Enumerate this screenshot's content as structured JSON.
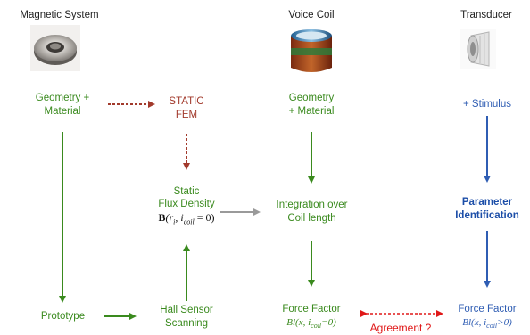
{
  "colors": {
    "green": "#3a8a1e",
    "dark_red": "#a23a2c",
    "blue": "#2f5db3",
    "gray": "#9a9a9a",
    "agreement_red": "#e01818"
  },
  "columns": {
    "magnetic": {
      "title": "Magnetic System",
      "line1": "Geometry +",
      "line2": "Material",
      "prototype": "Prototype",
      "icon": "magnet-ring-photo"
    },
    "fem": {
      "line1": "STATIC",
      "line2": "FEM",
      "flux1": "Static",
      "flux2": "Flux Density",
      "formula": {
        "B": "B",
        "args": "(r",
        "sub_r": "i",
        "mid": ", i",
        "sub_coil": "coil",
        "tail": " = 0)"
      },
      "hall1": "Hall Sensor",
      "hall2": "Scanning"
    },
    "voice_coil": {
      "title": "Voice Coil",
      "line1": "Geometry",
      "line2": "+ Material",
      "integ1": "Integration over",
      "integ2": "Coil length",
      "ff_title": "Force Factor",
      "ff_formula": "Bl(x, i",
      "ff_sub": "coil",
      "ff_tail": "=0)",
      "icon": "voice-coil-photo"
    },
    "transducer": {
      "title": "Transducer",
      "stimulus": "+ Stimulus",
      "param1": "Parameter",
      "param2": "Identification",
      "ff_title": "Force Factor",
      "ff_formula": "Bl(x, i",
      "ff_sub": "coil",
      "ff_tail": ">0)",
      "icon": "loudspeaker-photo"
    }
  },
  "agreement": "Agreement ?"
}
